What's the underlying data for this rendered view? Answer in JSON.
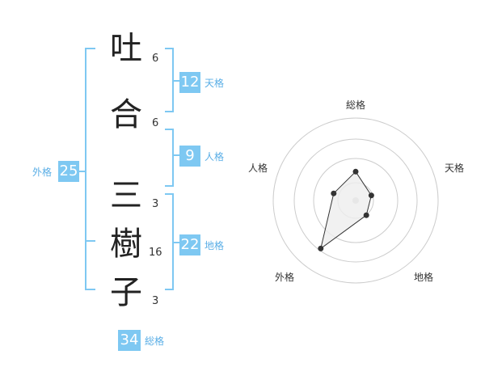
{
  "name": {
    "chars": [
      {
        "char": "吐",
        "strokes": "6"
      },
      {
        "char": "合",
        "strokes": "6"
      },
      {
        "char": "三",
        "strokes": "3"
      },
      {
        "char": "樹",
        "strokes": "16"
      },
      {
        "char": "子",
        "strokes": "3"
      }
    ]
  },
  "fortunes": {
    "tenkaku": {
      "value": "12",
      "label": "天格"
    },
    "jinkaku": {
      "value": "9",
      "label": "人格"
    },
    "chikaku": {
      "value": "22",
      "label": "地格"
    },
    "gaikaku": {
      "value": "25",
      "label": "外格"
    },
    "soukaku": {
      "value": "34",
      "label": "総格"
    }
  },
  "radar": {
    "axes": [
      "総格",
      "天格",
      "地格",
      "外格",
      "人格"
    ],
    "values": [
      0.35,
      0.2,
      0.22,
      0.72,
      0.28
    ],
    "colors": {
      "bracket": "#7ec8f2",
      "polygon_fill": "#eeeeee",
      "polygon_stroke": "#333333",
      "ring": "#cccccc",
      "center": "#cccccc"
    }
  }
}
